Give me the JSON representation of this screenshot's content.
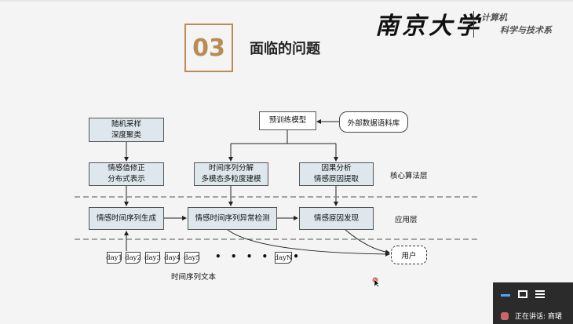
{
  "slide": {
    "section_number": "03",
    "title": "面临的问题",
    "logo": {
      "name_cn": "南京大学",
      "dept_line1": "计算机",
      "dept_line2": "科学与技术系"
    }
  },
  "diagram": {
    "random_sampling": [
      "随机采样",
      "深度聚类"
    ],
    "emotion_correction": [
      "情感值修正",
      "分布式表示"
    ],
    "pretrained_model": "预训练模型",
    "external_corpus": "外部数据语料库",
    "ts_decomposition": [
      "时间序列分解",
      "多模态多粒度建模"
    ],
    "causal_analysis": [
      "因果分析",
      "情感原因提取"
    ],
    "core_layer_label": "核心算法层",
    "ts_generation": "情感时间序列生成",
    "anomaly_detection": "情感时间序列异常检测",
    "cause_discovery": "情感原因发现",
    "app_layer_label": "应用层",
    "user": "用户",
    "days": [
      "day1",
      "day2",
      "day3",
      "day4",
      "day5"
    ],
    "ellipsis": "• • • • • •",
    "day_n": "dayN",
    "text_caption": "时间序列文本"
  },
  "overlay_panel": {
    "speaking_label": "正在讲话:",
    "speaker": "商珺"
  }
}
